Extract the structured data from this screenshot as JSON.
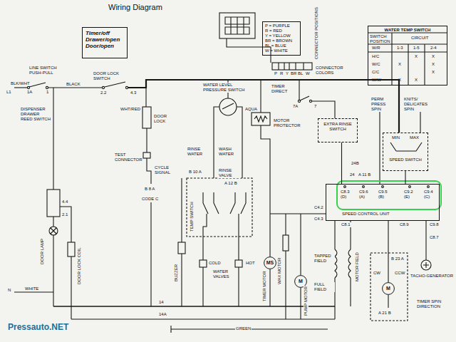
{
  "diagram": {
    "title": "Wiring Diagram",
    "nodes": [
      {
        "text": [
          "Timer/off Drawer/open Door/open"
        ]
      },
      {
        "text": [
          "P = PURPLE",
          "R = RED",
          "Y = YELLOW",
          "BR = BROWN",
          "BL = BLUE",
          "W = WHITE"
        ]
      },
      {
        "text": [
          "WATER TEMP SWITCH"
        ]
      },
      {
        "text": [
          "EXTRA RINSE SWITCH"
        ]
      },
      {
        "text": [
          "MIN",
          "MAX",
          "SPEED SWITCH"
        ]
      },
      {
        "text": [
          "SPEED CONTROL UNIT"
        ]
      },
      {
        "text": [
          "MS"
        ]
      },
      {
        "text": [
          "M"
        ]
      },
      {
        "text": [
          "M"
        ]
      }
    ],
    "edges": [
      {
        "from": 3,
        "to": 5,
        "arrow": "none"
      },
      {
        "from": 4,
        "to": 5,
        "arrow": "none"
      },
      {
        "from": 5,
        "to": 8,
        "arrow": "none"
      }
    ],
    "labels": [
      "L1",
      "BLK/WHT",
      "LINE SWITCH PUSH-PULL",
      "1A",
      "1",
      "BLACK",
      "DOOR LOCK SWITCH",
      "2.2",
      "4.3",
      "DISPENSER DRAWER REED SWITCH",
      "WHT/RED",
      "DOOR LOCK",
      "TEST CONNECTOR",
      "CYCLE SIGNAL",
      "B 8 A",
      "CODE C",
      "4.4",
      "2.1",
      "DOOR LAMP",
      "DOOR LOCK COIL",
      "N",
      "WHITE",
      "WATER LEVEL PRESSURE SWITCH",
      "TIMER DIRECT",
      "7A",
      "7",
      "AQUA",
      "MOTOR PROTECTOR",
      "PERM PRESS SPIN",
      "KNITS/ DELICATES SPIN",
      "24B",
      "24",
      "A 11 B",
      "RINSE WATER",
      "WASH WATER",
      "B 10 A",
      "RINSE VALVE",
      "A 12 B",
      "TEMP SWITCH",
      "BUZZER",
      "COLD",
      "WATER VALVES",
      "HOT",
      "TIMER MOTOR",
      "WAX MOTOR",
      "PUMP MOTOR",
      "14",
      "14A",
      "GREEN",
      "C4.2",
      "C4.3",
      "C8.3 (D)",
      "C9.6 (A)",
      "C9.5 (B)",
      "C9.2 (E)",
      "C9.4 (C)",
      "C8.1",
      "C8.9",
      "C9.8",
      "TAPPED FIELD",
      "MOTOR FIELD",
      "FULL FIELD",
      "B 23 A",
      "CW",
      "CCW",
      "C8.7",
      "TACHO-GENERATOR",
      "A 21 B",
      "TIMER SPIN DIRECTION",
      "Pressauto.NET",
      "CONNECTOR COLORS",
      "CONNECTOR POSITIONS",
      "P",
      "R",
      "Y",
      "BR",
      "BL",
      "W",
      "SWITCH POSITION",
      "CIRCUIT",
      "W/R",
      "1-3",
      "1-5",
      "2-4",
      "H/C",
      "X",
      "X",
      "W/C",
      "X",
      "X",
      "C/C",
      "X",
      "W/W",
      "X",
      "X"
    ]
  }
}
